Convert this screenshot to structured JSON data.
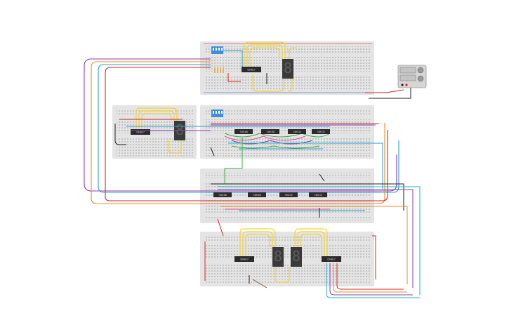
{
  "chips": {
    "top_counter": "CD4017",
    "mid_left_counter": "CD4017",
    "mid_right_gates": [
      "74HC08",
      "74HC08",
      "74HC32",
      "74HC32"
    ],
    "lower_gates": [
      "74HC08",
      "74HC08",
      "74HC32",
      "74HC32"
    ],
    "bottom_left_counter": "CD4017",
    "bottom_right_counter": "CD4017"
  },
  "seven_segment_displays": 4,
  "dip_switch_banks": 2,
  "power_supply_present": true,
  "colors": {
    "breadboard": "#e4e4e4",
    "rail_red": "#d22626",
    "rail_blue": "#2f5fb8",
    "wire_red": "#d7262a",
    "wire_black": "#222222",
    "wire_yellow": "#f2d33a",
    "wire_orange": "#f08a24",
    "wire_purple": "#8e3cb0",
    "wire_blue": "#2a9fd6",
    "wire_green": "#3fae49",
    "wire_cyan": "#1fb3c9",
    "wire_pink": "#e0559a",
    "chip": "#2b2b2b",
    "display": "#3a3a3a",
    "switch": "#3f8ed8"
  }
}
